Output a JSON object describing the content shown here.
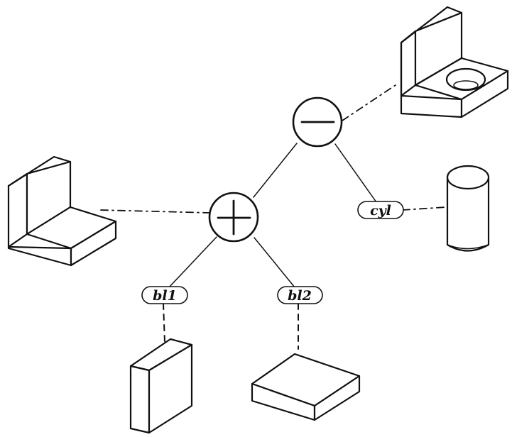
{
  "tree": {
    "root": {
      "operator": "minus",
      "symbol": "−"
    },
    "union": {
      "operator": "plus",
      "symbol": "+"
    },
    "leaves": [
      {
        "id": "bl1",
        "label": "bl1"
      },
      {
        "id": "bl2",
        "label": "bl2"
      },
      {
        "id": "cyl",
        "label": "cyl"
      }
    ]
  },
  "shapes": [
    {
      "name": "bracket-with-hole",
      "linked_to": "root"
    },
    {
      "name": "l-bracket",
      "linked_to": "union"
    },
    {
      "name": "cylinder",
      "linked_to": "cyl"
    },
    {
      "name": "vertical-block",
      "linked_to": "bl1"
    },
    {
      "name": "flat-block",
      "linked_to": "bl2"
    }
  ],
  "colors": {
    "ink": "#111111",
    "background": "#ffffff"
  }
}
